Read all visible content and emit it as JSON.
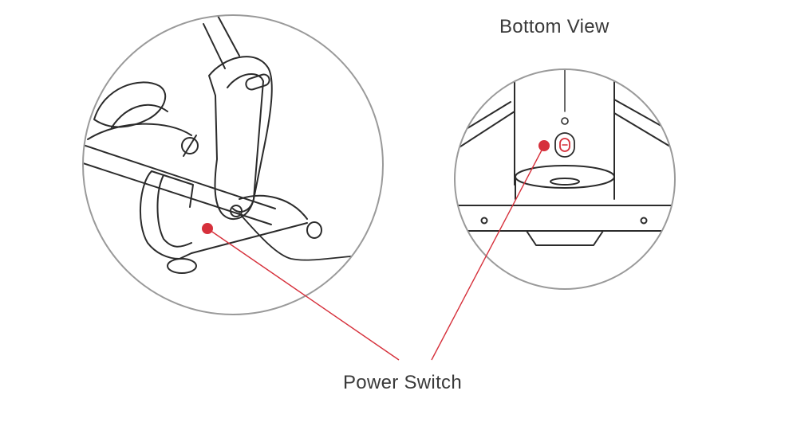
{
  "labels": {
    "bottom_view": "Bottom View",
    "power_switch": "Power Switch"
  },
  "colors": {
    "line_art": "#2b2b2b",
    "circle_border": "#9a9a9a",
    "callout": "#d6303b",
    "text": "#3a3a3a"
  },
  "icons": {
    "brand_logo": "peloton-logo-icon",
    "switch_marker": "power-switch-marker"
  }
}
